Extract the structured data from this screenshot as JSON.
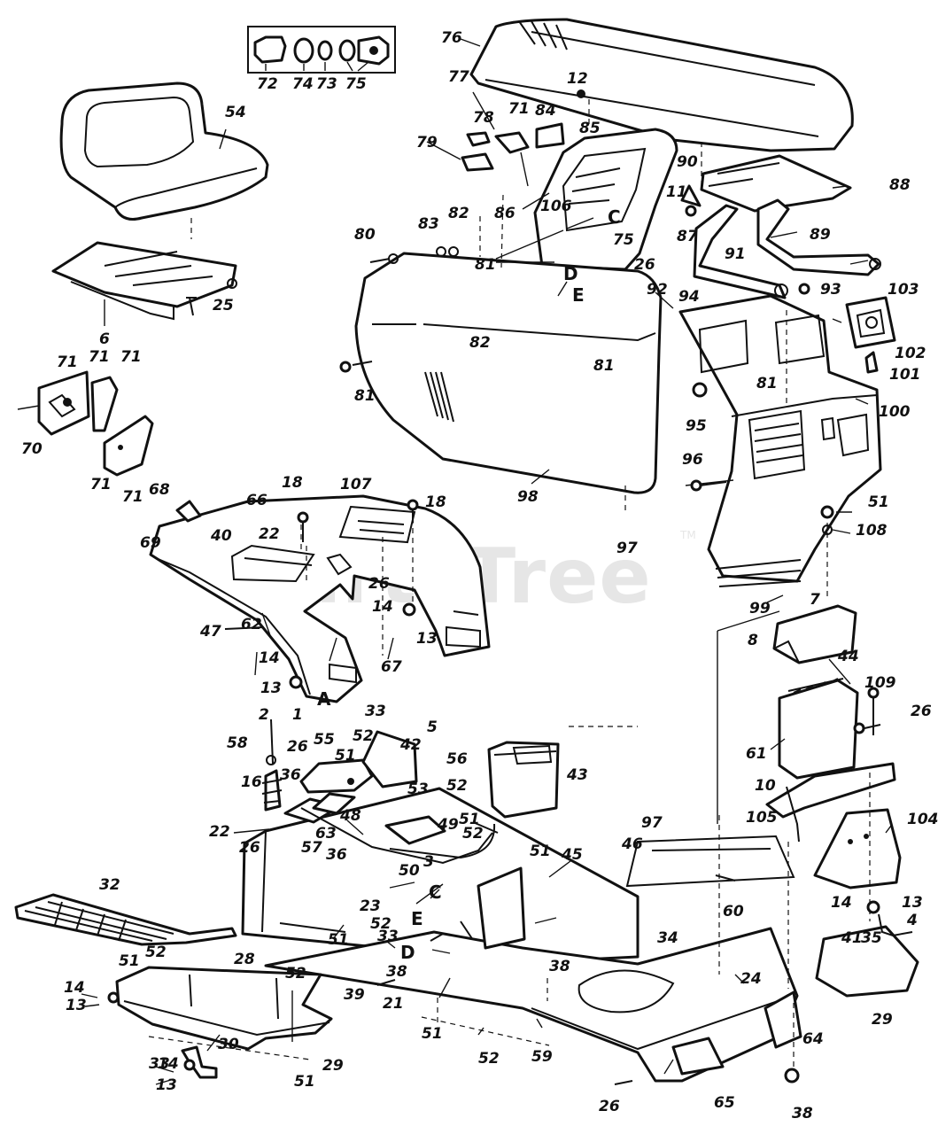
{
  "watermark": {
    "text": "PartsTree",
    "trademark": "TM"
  },
  "callouts": [
    "72",
    "74",
    "73",
    "75",
    "76",
    "12",
    "77",
    "71",
    "84",
    "85",
    "78",
    "79",
    "54",
    "90",
    "11",
    "87",
    "88",
    "106",
    "86",
    "C",
    "75",
    "83",
    "82",
    "80",
    "81",
    "D",
    "E",
    "26",
    "89",
    "91",
    "92",
    "94",
    "93",
    "103",
    "102",
    "101",
    "81",
    "82",
    "81",
    "6",
    "25",
    "71",
    "71",
    "71",
    "70",
    "71",
    "71",
    "100",
    "95",
    "81",
    "96",
    "51",
    "108",
    "98",
    "97",
    "99",
    "7",
    "8",
    "44",
    "66",
    "107",
    "18",
    "18",
    "68",
    "69",
    "40",
    "22",
    "26",
    "14",
    "13",
    "47",
    "62",
    "67",
    "14",
    "13",
    "A",
    "109",
    "26",
    "61",
    "10",
    "105",
    "104",
    "14",
    "13",
    "4",
    "35",
    "41",
    "29",
    "2",
    "1",
    "33",
    "58",
    "26",
    "55",
    "52",
    "5",
    "42",
    "56",
    "16",
    "36",
    "51",
    "53",
    "52",
    "51",
    "43",
    "48",
    "63",
    "22",
    "26",
    "57",
    "36",
    "49",
    "52",
    "3",
    "51",
    "45",
    "97",
    "46",
    "50",
    "60",
    "C",
    "E",
    "23",
    "33",
    "52",
    "51",
    "D",
    "32",
    "51",
    "52",
    "28",
    "14",
    "13",
    "52",
    "38",
    "39",
    "21",
    "34",
    "24",
    "38",
    "33",
    "30",
    "29",
    "51",
    "52",
    "59",
    "64",
    "14",
    "13",
    "51",
    "26",
    "65",
    "38"
  ]
}
